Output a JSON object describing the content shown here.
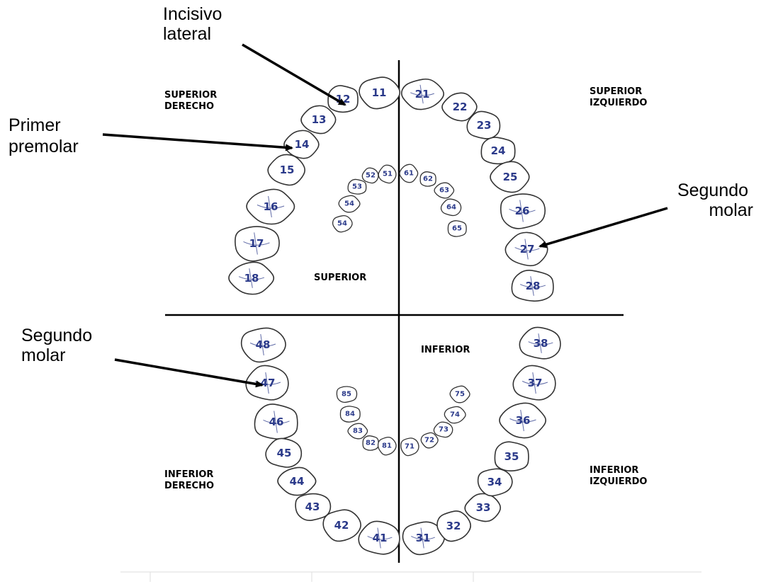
{
  "quadrant_labels": {
    "superior_derecho": [
      "SUPERIOR",
      "DERECHO"
    ],
    "superior_izquierdo": [
      "SUPERIOR",
      "IZQUIERDO"
    ],
    "inferior_derecho": [
      "INFERIOR",
      "DERECHO"
    ],
    "inferior_izquierdo": [
      "INFERIOR",
      "IZQUIERDO"
    ]
  },
  "arch_labels": {
    "superior": "SUPERIOR",
    "inferior": "INFERIOR"
  },
  "annotations": [
    {
      "lines": [
        "Incisivo",
        "lateral"
      ],
      "target": "12"
    },
    {
      "lines": [
        "Primer",
        "premolar"
      ],
      "target": "14"
    },
    {
      "lines": [
        "Segundo",
        "molar"
      ],
      "target": "27"
    },
    {
      "lines": [
        "Segundo",
        "molar"
      ],
      "target": "47"
    }
  ],
  "permanent_teeth": {
    "upper_right": [
      "18",
      "17",
      "16",
      "15",
      "14",
      "13",
      "12",
      "11"
    ],
    "upper_left": [
      "21",
      "22",
      "23",
      "24",
      "25",
      "26",
      "27",
      "28"
    ],
    "lower_right": [
      "48",
      "47",
      "46",
      "45",
      "44",
      "43",
      "42",
      "41"
    ],
    "lower_left": [
      "31",
      "32",
      "33",
      "34",
      "35",
      "36",
      "37",
      "38"
    ]
  },
  "primary_teeth": {
    "upper_right": [
      "54",
      "54",
      "53",
      "52",
      "51"
    ],
    "upper_left": [
      "61",
      "62",
      "63",
      "64",
      "65"
    ],
    "lower_right": [
      "85",
      "84",
      "83",
      "82",
      "81"
    ],
    "lower_left": [
      "71",
      "72",
      "73",
      "74",
      "75"
    ]
  },
  "colors": {
    "tooth_number": "#2b3a8a",
    "outline": "#333333",
    "text": "#000000"
  }
}
